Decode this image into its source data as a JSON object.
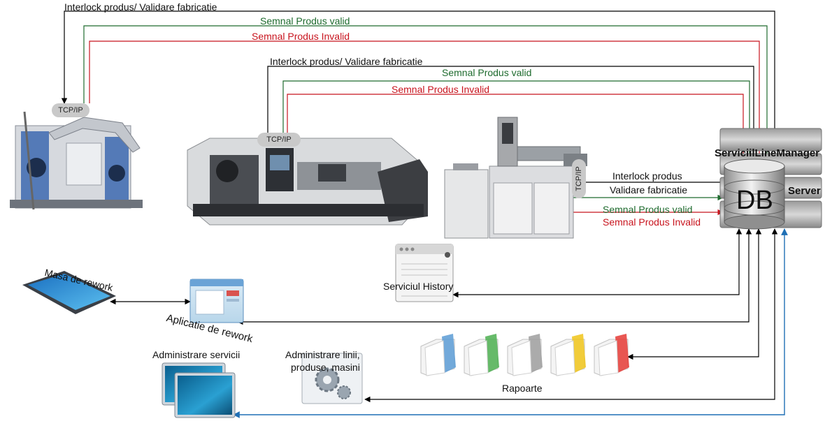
{
  "top_signals_1": {
    "interlock": "Interlock produs/ Validare fabricatie",
    "valid": "Semnal Produs valid",
    "invalid": "Semnal Produs Invalid"
  },
  "top_signals_2": {
    "interlock": "Interlock produs/ Validare fabricatie",
    "valid": "Semnal Produs valid",
    "invalid": "Semnal Produs Invalid"
  },
  "machine_press": {
    "protocol": "TCP/IP"
  },
  "machine_lathe": {
    "protocol": "TCP/IP"
  },
  "machine_station": {
    "protocol": "TCP/IP",
    "interlock": "Interlock produs",
    "validation": "Validare fabricatie",
    "valid": "Semnal Produs valid",
    "invalid": "Semnal Produs Invalid"
  },
  "server": {
    "services_prefix": "Serviciil",
    "services_suffix": "LineManager",
    "db": "DB",
    "label": "Server"
  },
  "history": {
    "label": "Serviciul History"
  },
  "rework": {
    "table_label": "Masa de rework",
    "app_label": "Aplicatie de rework"
  },
  "admin": {
    "services_label": "Administrare servicii",
    "lines_label_1": "Administrare linii,",
    "lines_label_2": "produse, masini"
  },
  "reports": {
    "label": "Rapoarte",
    "folder_colors": [
      "#5b9bd5",
      "#4caf50",
      "#9e9e9e",
      "#f0c419",
      "#e53935"
    ]
  },
  "colors": {
    "interlock": "#000000",
    "valid": "#1e6b2e",
    "invalid": "#c8141e",
    "admin_link": "#1f6fb5"
  }
}
